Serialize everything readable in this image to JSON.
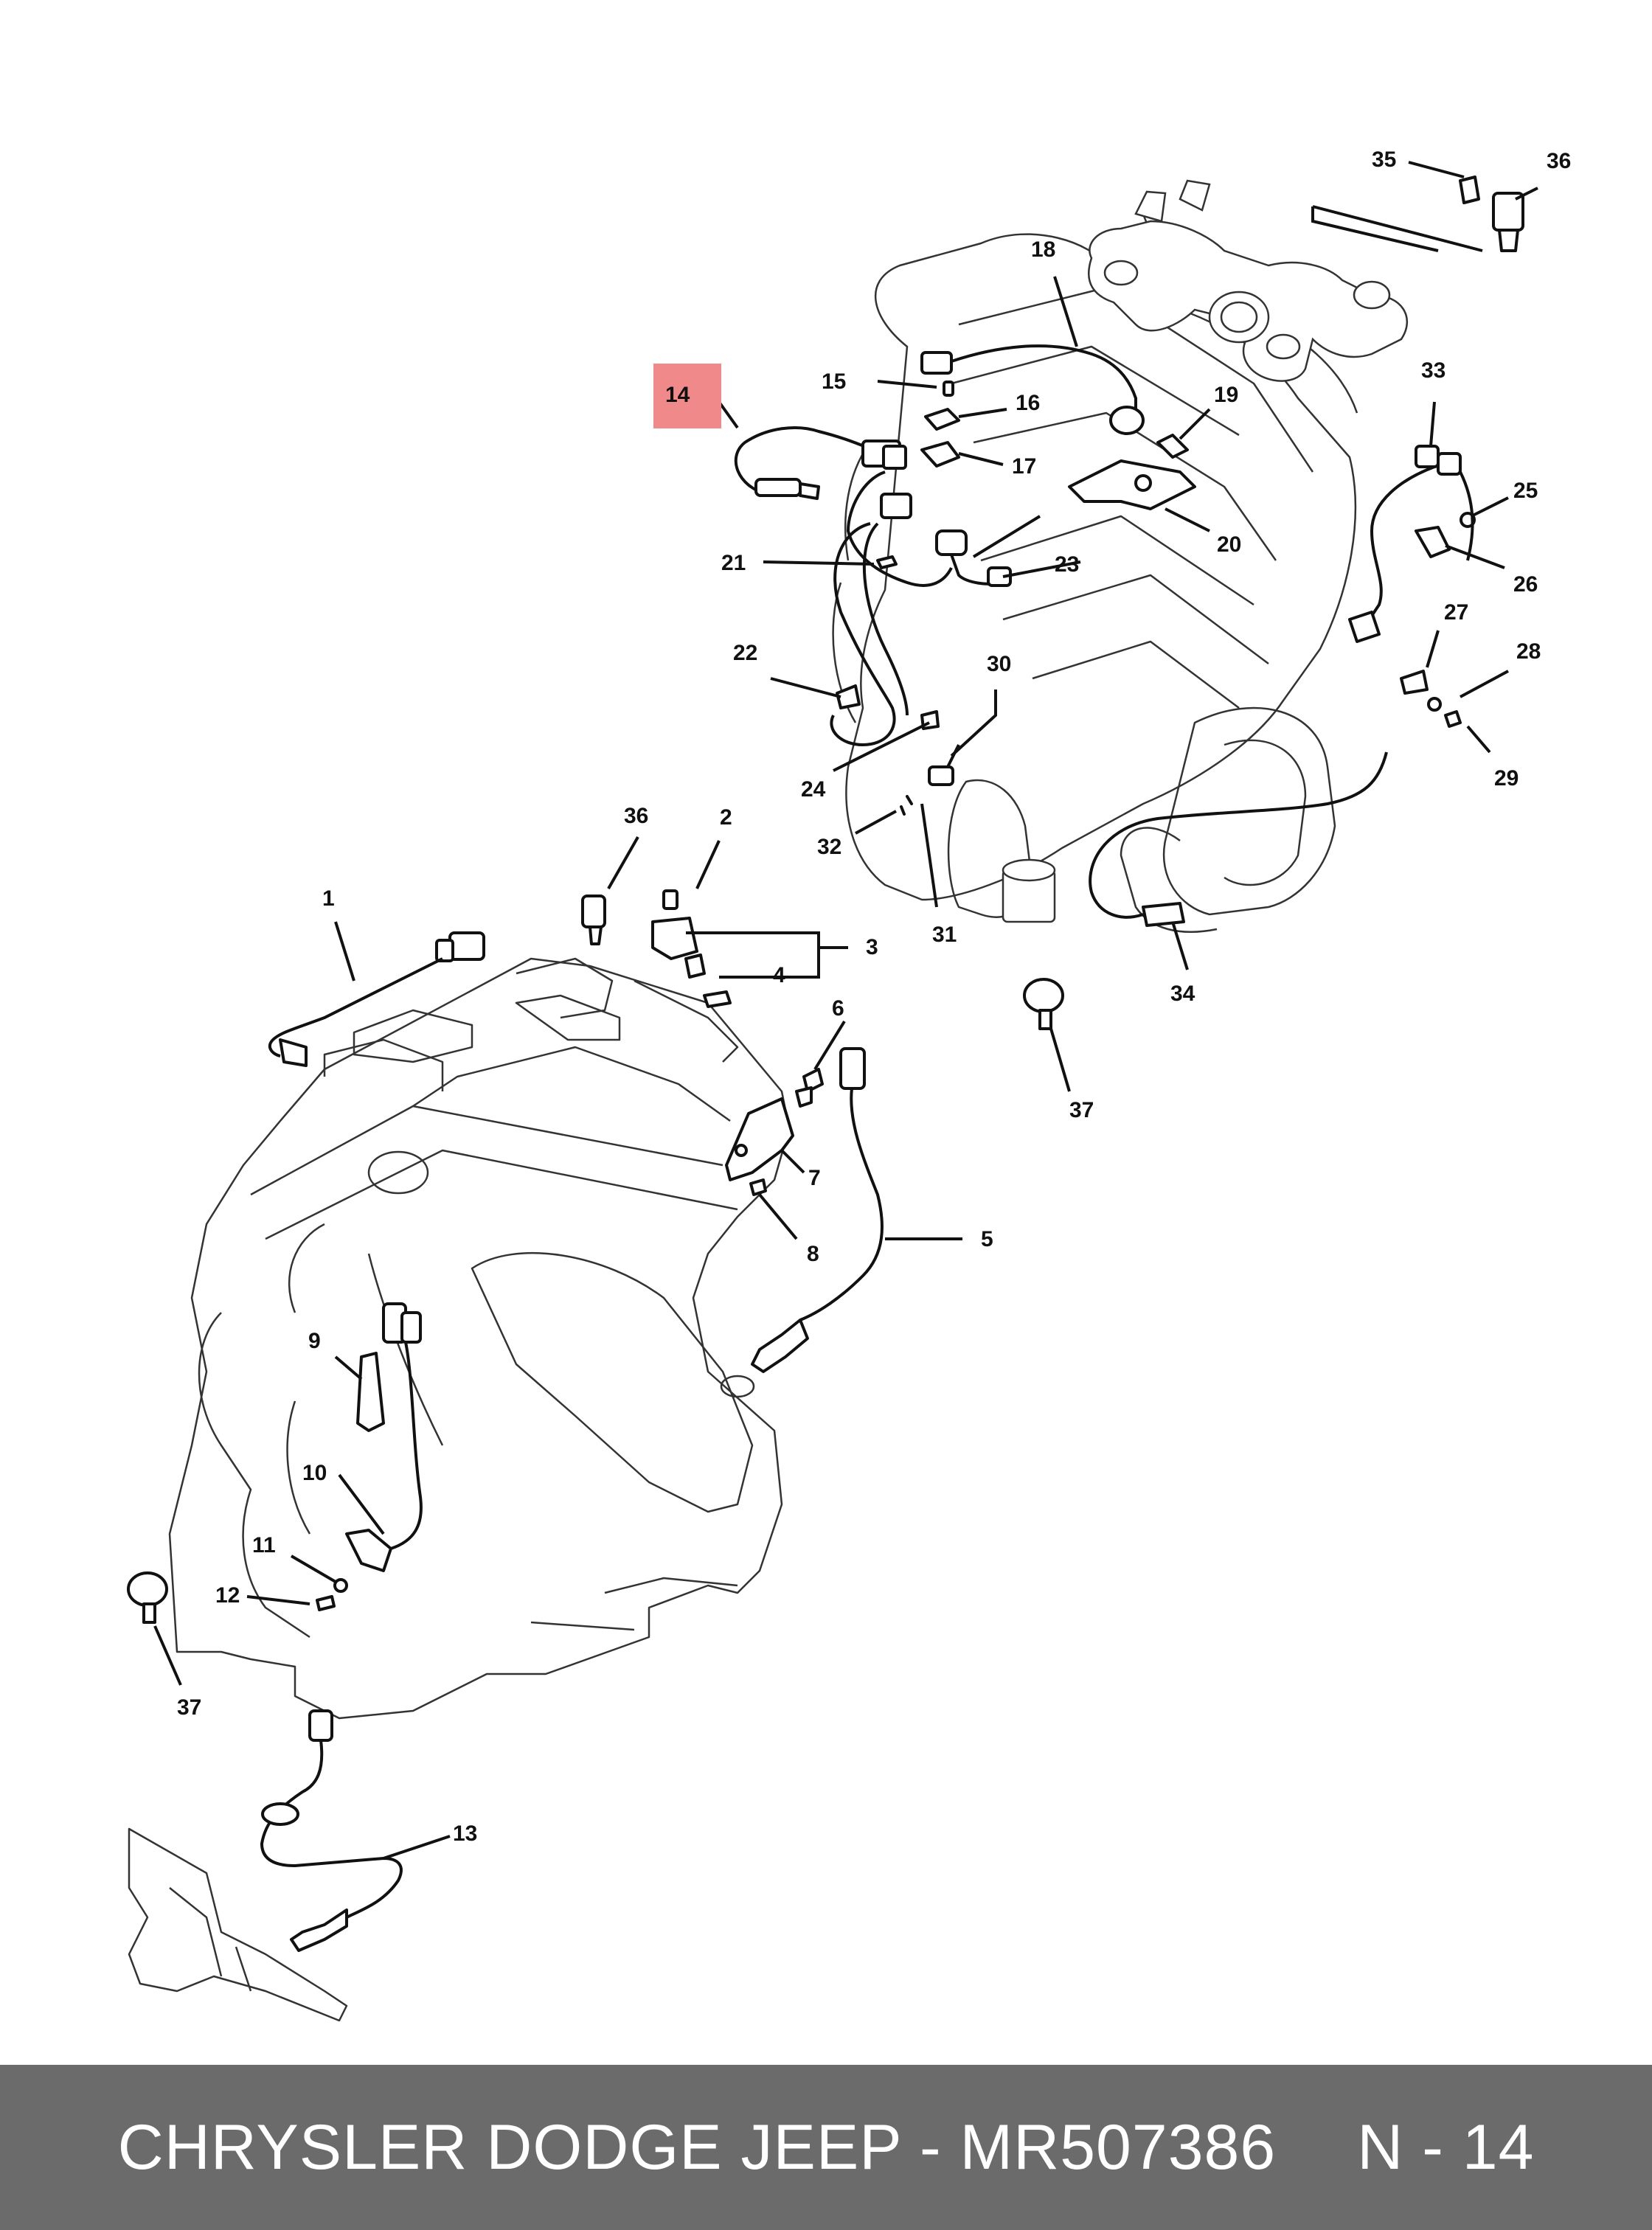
{
  "highlight_color": "#f08a8a",
  "footer": {
    "title": "CHRYSLER DODGE JEEP - MR507386",
    "code": "N - 14"
  },
  "callouts": [
    {
      "id": "1",
      "text": "1"
    },
    {
      "id": "2",
      "text": "2"
    },
    {
      "id": "3",
      "text": "3"
    },
    {
      "id": "4",
      "text": "4"
    },
    {
      "id": "5",
      "text": "5"
    },
    {
      "id": "6",
      "text": "6"
    },
    {
      "id": "7",
      "text": "7"
    },
    {
      "id": "8",
      "text": "8"
    },
    {
      "id": "9",
      "text": "9"
    },
    {
      "id": "10",
      "text": "10"
    },
    {
      "id": "11",
      "text": "11"
    },
    {
      "id": "12",
      "text": "12"
    },
    {
      "id": "13",
      "text": "13"
    },
    {
      "id": "14",
      "text": "14",
      "highlighted": true
    },
    {
      "id": "15",
      "text": "15"
    },
    {
      "id": "16",
      "text": "16"
    },
    {
      "id": "17",
      "text": "17"
    },
    {
      "id": "18",
      "text": "18"
    },
    {
      "id": "19",
      "text": "19"
    },
    {
      "id": "20",
      "text": "20"
    },
    {
      "id": "21",
      "text": "21"
    },
    {
      "id": "22",
      "text": "22"
    },
    {
      "id": "23",
      "text": "23"
    },
    {
      "id": "24",
      "text": "24"
    },
    {
      "id": "25",
      "text": "25"
    },
    {
      "id": "26",
      "text": "26"
    },
    {
      "id": "27",
      "text": "27"
    },
    {
      "id": "28",
      "text": "28"
    },
    {
      "id": "29",
      "text": "29"
    },
    {
      "id": "30",
      "text": "30"
    },
    {
      "id": "31",
      "text": "31"
    },
    {
      "id": "32",
      "text": "32"
    },
    {
      "id": "33",
      "text": "33"
    },
    {
      "id": "34",
      "text": "34"
    },
    {
      "id": "35",
      "text": "35"
    },
    {
      "id": "36a",
      "text": "36"
    },
    {
      "id": "36b",
      "text": "36"
    },
    {
      "id": "37a",
      "text": "37"
    },
    {
      "id": "37b",
      "text": "37"
    }
  ]
}
